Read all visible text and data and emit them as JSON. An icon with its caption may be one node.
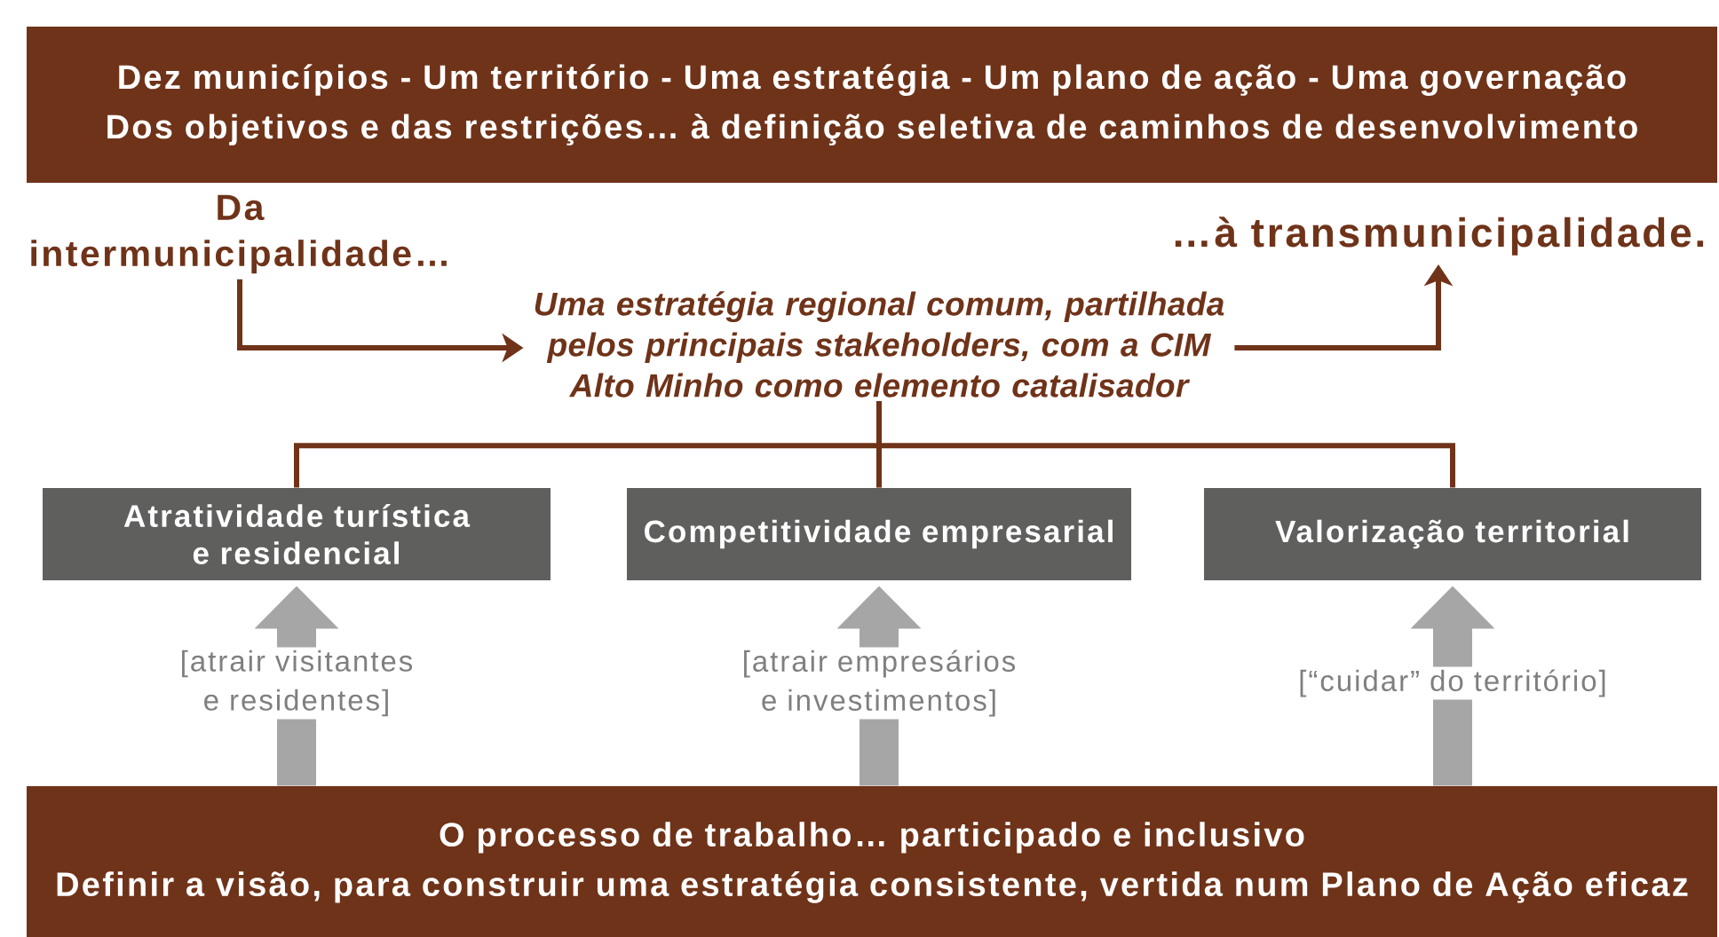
{
  "diagram": {
    "nodes": [
      {
        "text": [
          "Dez municípios - Um território - Uma estratégia - Um plano de ação - Uma governação",
          "Dos objetivos e das restrições…  à definição seletiva de caminhos de desenvolvimento"
        ]
      },
      {
        "text": [
          "Da intermunicipalidade…"
        ]
      },
      {
        "text": [
          "…à transmunicipalidade."
        ]
      },
      {
        "text": [
          "Uma estratégia regional comum, partilhada pelos principais stakeholders, com a CIM Alto Minho como elemento catalisador"
        ]
      },
      {
        "text": [
          "Atratividade turística e residencial"
        ]
      },
      {
        "text": [
          "Competitividade empresarial"
        ]
      },
      {
        "text": [
          "Valorização territorial"
        ]
      },
      {
        "text": [
          "O processo de trabalho… participado e inclusivo",
          "Definir a visão, para construir uma estratégia consistente, vertida num Plano de Ação eficaz"
        ]
      }
    ],
    "edges": [
      {
        "from": 1,
        "to": 3,
        "arrow": "to"
      },
      {
        "from": 3,
        "to": 2,
        "arrow": "to"
      },
      {
        "from": 3,
        "to": 4,
        "arrow": "none"
      },
      {
        "from": 3,
        "to": 5,
        "arrow": "none"
      },
      {
        "from": 3,
        "to": 6,
        "arrow": "none"
      },
      {
        "from": 7,
        "to": 4,
        "arrow": "to",
        "label": "[atrair visitantes e residentes]",
        "style": "thick",
        "color": "#a6a6a6"
      },
      {
        "from": 7,
        "to": 5,
        "arrow": "to",
        "label": "[atrair empresários e investimentos]",
        "style": "thick",
        "color": "#a6a6a6"
      },
      {
        "from": 7,
        "to": 6,
        "arrow": "to",
        "label": "[“cuidar” do território]",
        "style": "thick",
        "color": "#a6a6a6"
      }
    ]
  }
}
